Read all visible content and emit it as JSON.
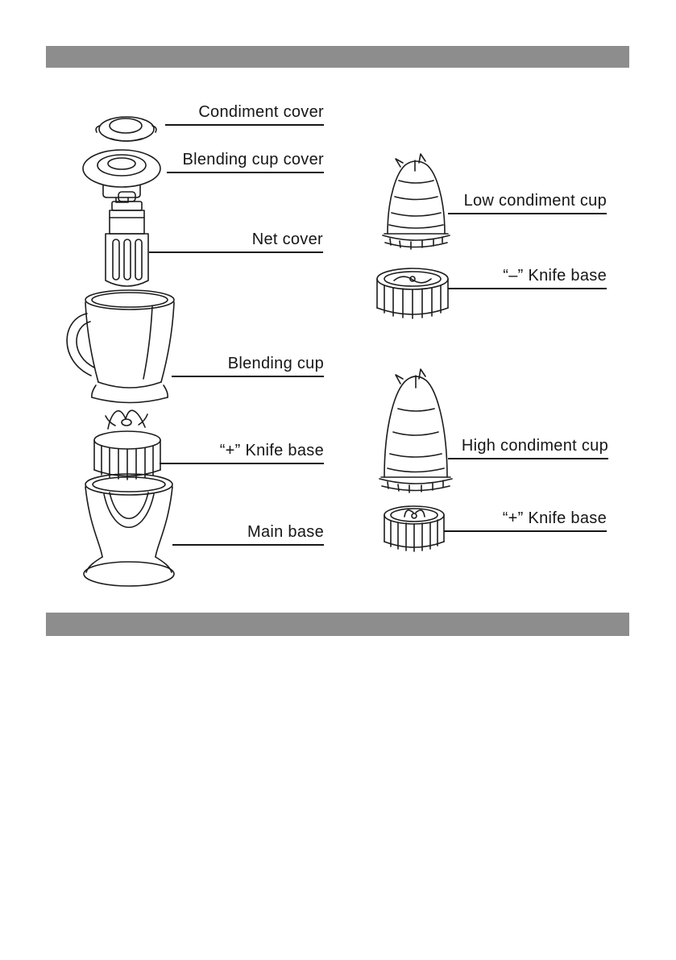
{
  "page": {
    "background": "#ffffff",
    "divider_color": "#8d8d8d",
    "line_color": "#1c1c1c"
  },
  "diagram": {
    "main_assembly": {
      "labels": [
        "Condiment cover",
        "Blending cup cover",
        "Net cover",
        "Blending cup",
        "“+” Knife base",
        "Main base"
      ]
    },
    "accessories": {
      "labels": [
        "Low condiment cup",
        "“–” Knife base",
        "High condiment cup",
        "“+” Knife base"
      ]
    }
  }
}
